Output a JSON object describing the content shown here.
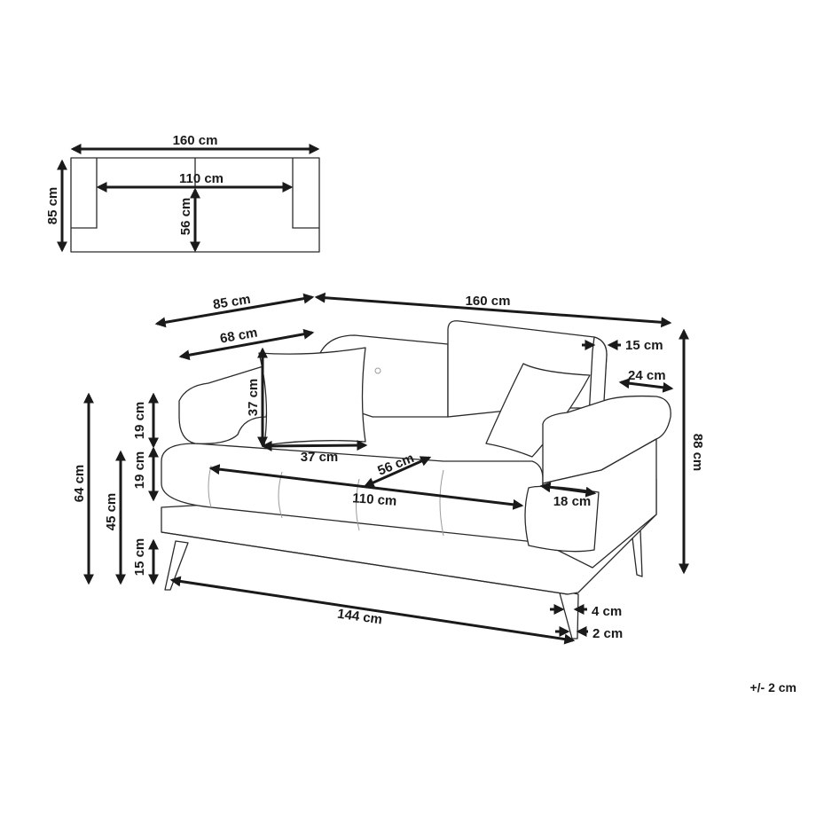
{
  "diagram": {
    "type": "furniture-dimension-drawing",
    "subject": "two-seater sofa",
    "top_view": {
      "width_label": "160 cm",
      "depth_label": "85 cm",
      "inner_width_label": "110 cm",
      "seat_depth_label": "56 cm"
    },
    "perspective_view": {
      "depth_label": "85 cm",
      "width_label": "160 cm",
      "armrest_length_label": "68 cm",
      "backrest_thickness_label": "15 cm",
      "armrest_width_label": "24 cm",
      "total_height_label": "88 cm",
      "pillow_height_label": "37 cm",
      "pillow_width_label": "37 cm",
      "seat_depth_label": "56 cm",
      "seat_width_label": "110 cm",
      "armrest_inner_label": "18 cm",
      "arm_height_label": "19 cm",
      "seat_cushion_height_label": "19 cm",
      "arm_total_height_label": "64 cm",
      "seat_height_label": "45 cm",
      "leg_height_label": "15 cm",
      "leg_span_label": "144 cm",
      "leg_top_label": "4 cm",
      "leg_bottom_label": "2 cm"
    },
    "tolerance_note": "+/- 2 cm",
    "colors": {
      "line": "#2a2a2a",
      "arrow": "#1a1a1a",
      "background": "#ffffff"
    }
  }
}
